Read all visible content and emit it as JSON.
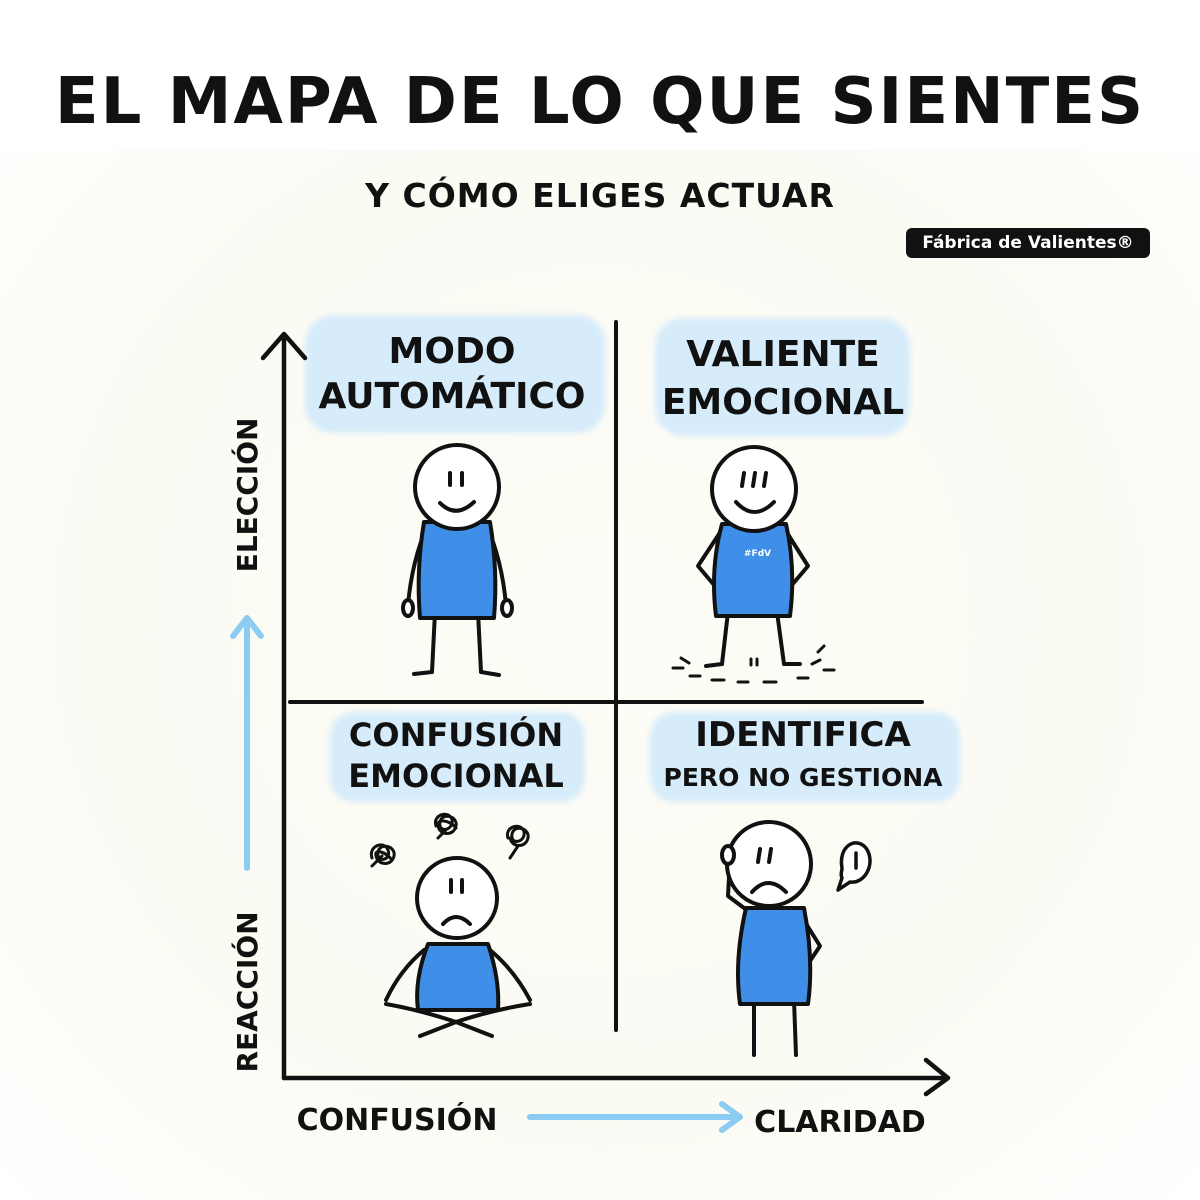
{
  "header": {
    "title": "EL MAPA DE LO QUE SIENTES",
    "subtitle": "Y CÓMO ELIGES ACTUAR",
    "brand": "Fábrica de Valientes®"
  },
  "axes": {
    "y_top": "ELECCIÓN",
    "y_bottom": "REACCIÓN",
    "x_left": "CONFUSIÓN",
    "x_right": "CLARIDAD"
  },
  "quadrants": {
    "top_left": {
      "line1": "MODO",
      "line2": "AUTOMÁTICO"
    },
    "top_right": {
      "line1": "VALIENTE",
      "line2": "EMOCIONAL"
    },
    "bottom_left": {
      "line1": "CONFUSIÓN",
      "line2": "EMOCIONAL"
    },
    "bottom_right": {
      "line1": "IDENTIFICA",
      "line2": "PERO NO GESTIONA"
    }
  },
  "shirt_logo": "#FdV",
  "colors": {
    "shirt": "#3f8ee8",
    "label_highlight": "#d6ecfb",
    "accent_arrow": "#8ccbf2",
    "ink": "#111111"
  }
}
